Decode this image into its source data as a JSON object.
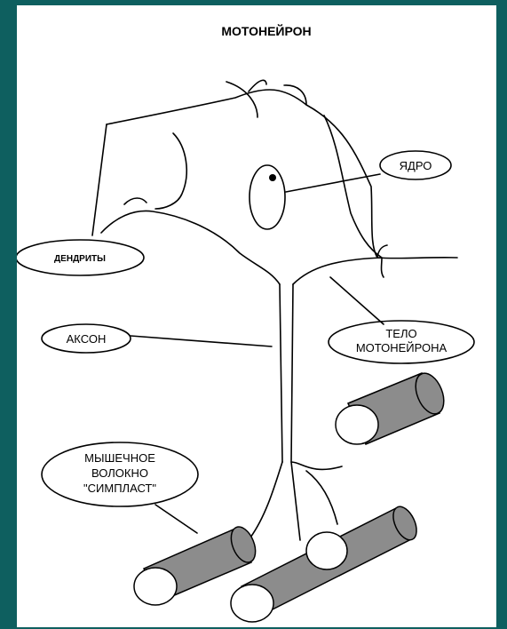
{
  "title": "МОТОНЕЙРОН",
  "labels": {
    "nucleus": "ЯДРО",
    "dendrites": "ДЕНДРИТЫ",
    "axon": "АКСОН",
    "body_line1": "ТЕЛО",
    "body_line2": "МОТОНЕЙРОНА",
    "muscle_line1": "МЫШЕЧНОЕ",
    "muscle_line2": "ВОЛОКНО",
    "muscle_line3": "\"СИМПЛАСТ\""
  },
  "colors": {
    "background": "#0e5f5f",
    "paper": "#ffffff",
    "fiber_fill": "#8c8c8c",
    "ink": "#000000"
  }
}
